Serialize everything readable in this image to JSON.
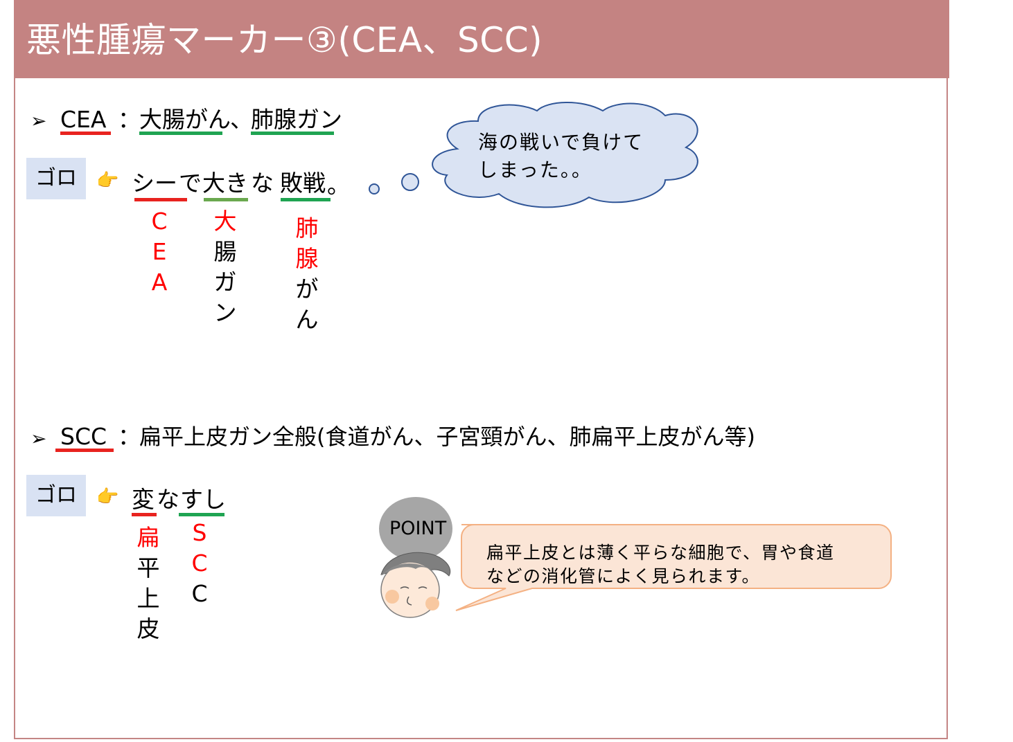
{
  "title": "悪性腫瘍マーカー③(CEA、SCC)",
  "cea": {
    "bullet": "➢",
    "label": "CEA",
    "colon": "：",
    "disease1": "大腸がん",
    "sep": "、",
    "disease2": "肺腺ガン",
    "goro_label": "ゴロ",
    "hand": "👉",
    "goro_parts": [
      "シー",
      "で",
      "大き",
      "な",
      "敗戦",
      "。"
    ],
    "col_cea": [
      "C",
      "E",
      "A"
    ],
    "col_daicho": [
      "大",
      "腸",
      "ガ",
      "ン"
    ],
    "col_haisen": [
      "肺",
      "腺",
      "が",
      "ん"
    ],
    "cloud_lines": [
      "海の戦いで負けて",
      "しまった。。"
    ]
  },
  "scc": {
    "bullet": "➢",
    "label": "SCC",
    "colon": "：",
    "desc": "扁平上皮ガン全般(食道がん、子宮頸がん、肺扁平上皮がん等)",
    "goro_label": "ゴロ",
    "hand": "👉",
    "goro_parts": [
      "変",
      "な",
      "すし"
    ],
    "col_hen": [
      "扁",
      "平",
      "上",
      "皮"
    ],
    "col_scc": [
      "S",
      "C",
      "C"
    ]
  },
  "point": {
    "badge": "POINT",
    "lines": [
      "扁平上皮とは薄く平らな細胞で、胃や食道",
      "などの消化管によく見られます。"
    ]
  },
  "colors": {
    "title_bg": "#c48382",
    "red_underline": "#e8231f",
    "green_underline": "#1fa452",
    "goro_bg": "#d9e2f3",
    "cloud_fill": "#dae3f3",
    "cloud_stroke": "#2f5597",
    "callout_fill": "#fbe5d6",
    "callout_stroke": "#f4b183"
  }
}
